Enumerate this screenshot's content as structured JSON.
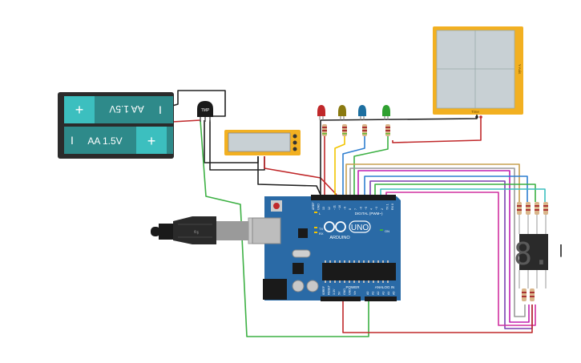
{
  "battery": {
    "top_cell_label": "AA 1.5V",
    "bottom_cell_label": "AA 1.5V",
    "plus": "+",
    "minus": "-"
  },
  "sensor": {
    "label": "TMP"
  },
  "lcd": {
    "text": ""
  },
  "graph": {
    "side_label": "Y-Axis",
    "bottom_label": "Time"
  },
  "arduino": {
    "brand": "ARDUINO",
    "model": "UNO",
    "digital_header": "DIGITAL (PWM~)",
    "power_label": "POWER",
    "analog_label": "ANALOG IN",
    "tx": "TX",
    "rx": "RX",
    "on": "ON",
    "l": "L",
    "top_pins": [
      "AREF",
      "GND",
      "13",
      "12",
      "~11",
      "~10",
      "~9",
      "8",
      "7",
      "~6",
      "~5",
      "4",
      "~3",
      "2",
      "TX 1",
      "RX 0"
    ],
    "power_pins": [
      "IOREF",
      "RESET",
      "3.3V",
      "5V",
      "GND",
      "GND",
      "Vin"
    ],
    "analog_pins": [
      "A0",
      "A1",
      "A2",
      "A3",
      "A4",
      "A5"
    ]
  },
  "seven_segment": {
    "digit": "8."
  },
  "leds": [
    {
      "name": "red",
      "color": "#c0282a"
    },
    {
      "name": "olive",
      "color": "#8a7a10"
    },
    {
      "name": "blue",
      "color": "#1d6fa0"
    },
    {
      "name": "green",
      "color": "#2fa030"
    }
  ],
  "colors": {
    "battery_teal": "#3cbfbf",
    "board_blue": "#2a6aa6",
    "plot_border": "#f2b021",
    "lcd_frame": "#f2b021"
  }
}
